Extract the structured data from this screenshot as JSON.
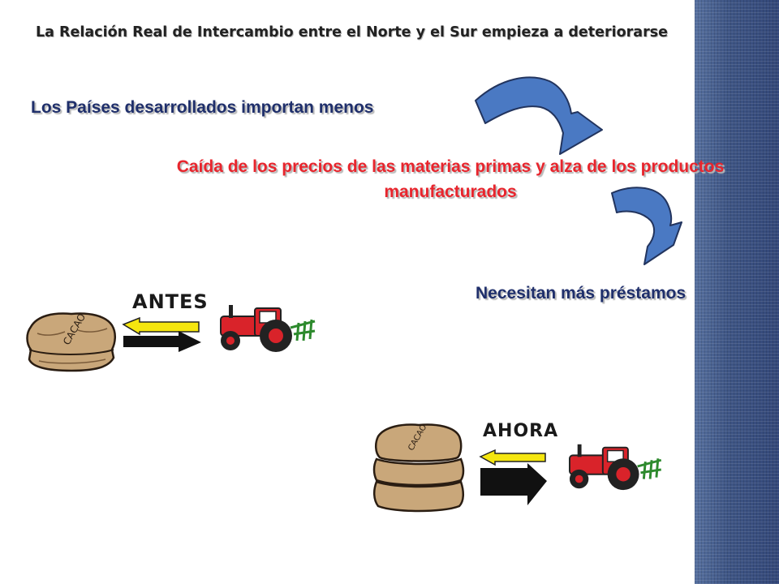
{
  "slide": {
    "title": "La Relación Real de Intercambio entre el Norte y el Sur empieza a deteriorarse",
    "steps": {
      "first": "Los Países desarrollados importan menos",
      "second": "Caída de los precios de las materias primas y alza de los productos manufacturados",
      "third": "Necesitan más préstamos"
    },
    "illustrations": {
      "before": {
        "label": "ANTES",
        "sack_text": "CACAO",
        "sacks_shown": 1
      },
      "after": {
        "label": "AHORA",
        "sack_text": "CACAO",
        "sacks_shown": 3
      }
    }
  },
  "icons": {
    "sequence_arrow": "curved-arrow-icon",
    "trade_arrow": "exchange-arrow-icon",
    "sack": "cacao-sack-icon",
    "tractor": "tractor-icon"
  },
  "colors": {
    "accent_navy": "#1f2f6b",
    "accent_red": "#e8252d",
    "arrow_blue": "#4a79c3",
    "side_panel": "#3b4f7e",
    "tractor_red": "#d9232a",
    "arrow_yellow": "#f5e60f"
  }
}
